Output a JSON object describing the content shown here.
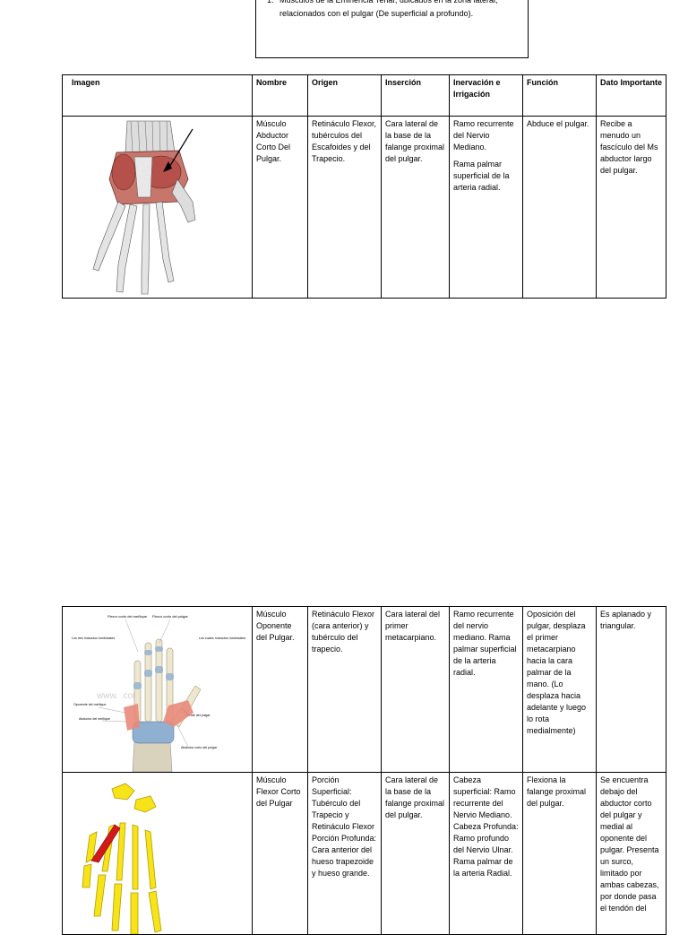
{
  "intro": {
    "number": "1.",
    "text": "Músculos de la Eminencia Tenar, ubicados en la zona lateral, relacionados con el pulgar (De superficial a profundo)."
  },
  "table1": {
    "headers": [
      "Imagen",
      "Nombre",
      "Origen",
      "Inserción",
      "Inervación e Irrigación",
      "Función",
      "Dato Importante"
    ],
    "row": {
      "nombre": "Músculo Abductor Corto Del Pulgar.",
      "origen": "Retináculo Flexor, tubérculos del Escafoides y del Trapecio.",
      "insercion": "Cara lateral de la base de la falange proximal del pulgar.",
      "inervacion_1": "Ramo recurrente del Nervio Mediano.",
      "inervacion_2": "Rama palmar superficial de la arteria radial.",
      "funcion": "Abduce el pulgar.",
      "dato": "Recibe a menudo un fascículo del Ms abductor largo del pulgar."
    }
  },
  "table2": {
    "rows": [
      {
        "nombre": "Músculo Oponente del Pulgar.",
        "origen": "Retináculo Flexor (cara anterior) y tubérculo del trapecio.",
        "insercion": "Cara lateral del primer metacarpiano.",
        "inervacion": "Ramo recurrente del nervio mediano. Rama palmar superficial de la arteria radial.",
        "funcion": "Oposición del pulgar, desplaza el primer metacarpiano hacia la cara palmar de la mano. (Lo desplaza hacia adelante y luego lo rota medialmente)",
        "dato": "Es aplanado y triangular.",
        "image_labels": {
          "top_left": "Flexor corto del meñique",
          "top_right": "Flexor corto del pulgar",
          "left_1": "Los tres músculos lumbricales",
          "right_1": "Los cuatro músculos lumbricales",
          "left_2": "Oponente del meñique",
          "left_3": "Abductor del meñique",
          "right_2": "Oponente del pulgar",
          "right_3": "Abductor corto del pulgar",
          "watermark": "www.  .com"
        }
      },
      {
        "nombre": "Músculo Flexor Corto del Pulgar",
        "origen": "Porción Superficial: Tubérculo del Trapecio y Retináculo Flexor Porción Profunda: Cara anterior del hueso trapezoide y hueso grande.",
        "insercion": "Cara lateral de la base de la falange proximal del pulgar.",
        "inervacion": "Cabeza superficial: Ramo recurrente del Nervio Mediano. Cabeza Profunda: Ramo profundo del Nervio Ulnar. Rama palmar de la arteria Radial.",
        "funcion": "Flexiona la falange proximal del pulgar.",
        "dato": "Se encuentra debajo del abductor corto del pulgar y medial al oponente del pulgar. Presenta un surco, limitado por ambas cabezas, por donde pasa el tendón del"
      }
    ]
  },
  "colors": {
    "muscle": "#b5514a",
    "bone_yellow": "#f6e419",
    "bone_blue": "#8fb0d0",
    "muscle_pink": "#e8897a"
  }
}
